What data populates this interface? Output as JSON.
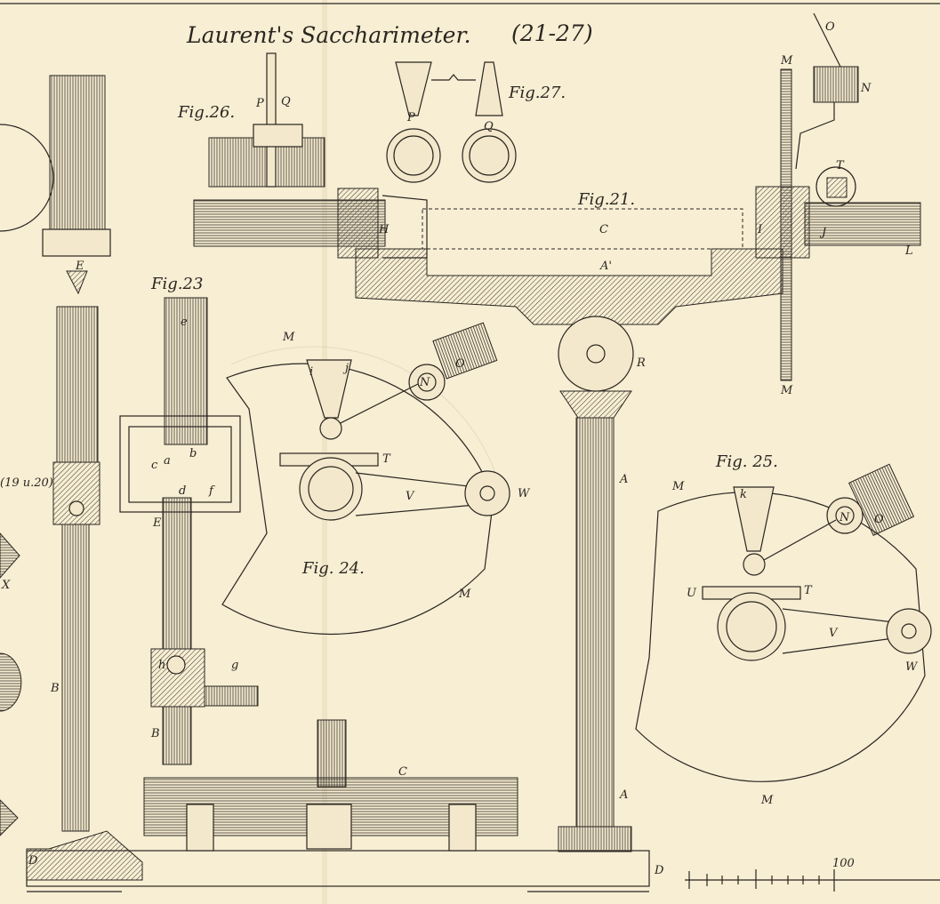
{
  "title": "Laurent's Saccharimeter.",
  "title_range": "(21-27)",
  "side_ref": "(19 u.20)",
  "scale_label": "100",
  "figures": {
    "fig21": {
      "label": "Fig.21.",
      "letters": {
        "C": "C",
        "A1": "A'",
        "H": "H",
        "I": "I",
        "J": "J",
        "L": "L",
        "R": "R",
        "A_up": "A",
        "A_low": "A",
        "D": "D",
        "M_top": "M",
        "M_bot": "M",
        "N": "N",
        "O": "O",
        "T": "T"
      }
    },
    "fig23": {
      "label": "Fig.23",
      "letters": {
        "e": "e",
        "c": "c",
        "a": "a",
        "b": "b",
        "d": "d",
        "f": "f",
        "E": "E",
        "h": "h",
        "g": "g",
        "B": "B"
      }
    },
    "fig24": {
      "label": "Fig. 24.",
      "letters": {
        "M_top": "M",
        "i": "i",
        "j": "j",
        "O": "O",
        "N": "N",
        "T": "T",
        "V": "V",
        "W": "W",
        "M_bot": "M"
      }
    },
    "fig25": {
      "label": "Fig. 25.",
      "letters": {
        "M_top": "M",
        "k": "k",
        "O": "O",
        "N": "N",
        "U": "U",
        "T": "T",
        "V": "V",
        "W": "W",
        "M_bot": "M"
      }
    },
    "fig26": {
      "label": "Fig.26.",
      "letters": {
        "P": "P",
        "Q": "Q"
      }
    },
    "fig27": {
      "label": "Fig.27.",
      "letters": {
        "P": "P",
        "Q": "Q"
      }
    },
    "fig22": {
      "letters": {
        "C": "C"
      }
    },
    "left_column": {
      "letters": {
        "E": "E",
        "B": "B",
        "D": "D",
        "X": "X"
      }
    }
  }
}
